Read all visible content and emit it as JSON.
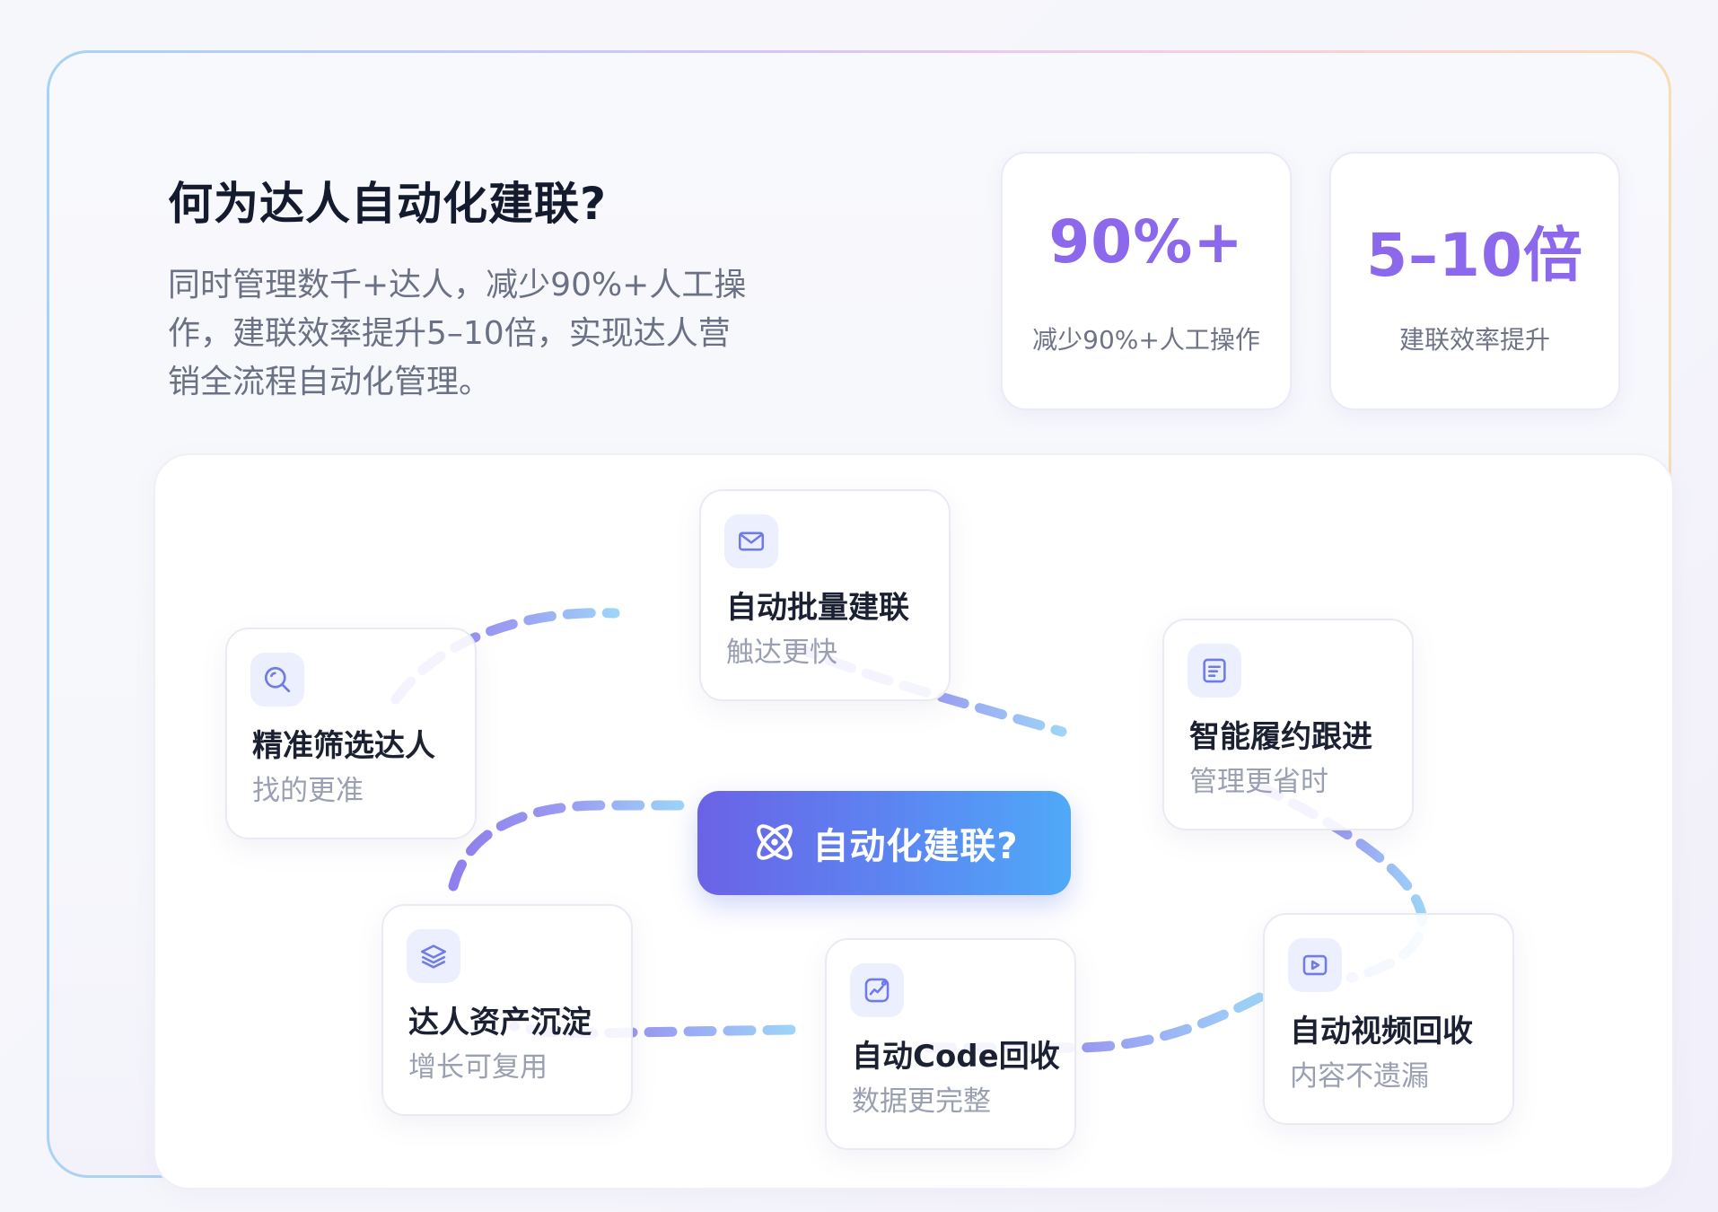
{
  "header": {
    "title": "何为达人自动化建联?",
    "description": "同时管理数千+达人，减少90%+人工操作，建联效率提升5–10倍，实现达人营销全流程自动化管理。"
  },
  "stats": [
    {
      "value": "90%+",
      "label": "减少90%+人工操作"
    },
    {
      "value": "5–10倍",
      "label": "建联效率提升"
    }
  ],
  "center_button": {
    "label": "自动化建联?",
    "icon": "atom-icon"
  },
  "steps": [
    {
      "title": "精准筛选达人",
      "subtitle": "找的更准",
      "icon": "search-icon"
    },
    {
      "title": "自动批量建联",
      "subtitle": "触达更快",
      "icon": "mail-icon"
    },
    {
      "title": "智能履约跟进",
      "subtitle": "管理更省时",
      "icon": "document-icon"
    },
    {
      "title": "达人资产沉淀",
      "subtitle": "增长可复用",
      "icon": "layers-icon"
    },
    {
      "title": "自动Code回收",
      "subtitle": "数据更完整",
      "icon": "chart-icon"
    },
    {
      "title": "自动视频回收",
      "subtitle": "内容不遗漏",
      "icon": "video-icon"
    }
  ],
  "colors": {
    "accent": "#8b68ec",
    "icon": "#6f7ce8",
    "path_start": "#8f7fee",
    "path_end": "#9dd4f7",
    "button_start": "#6b62e6",
    "button_end": "#4fa9f8"
  }
}
